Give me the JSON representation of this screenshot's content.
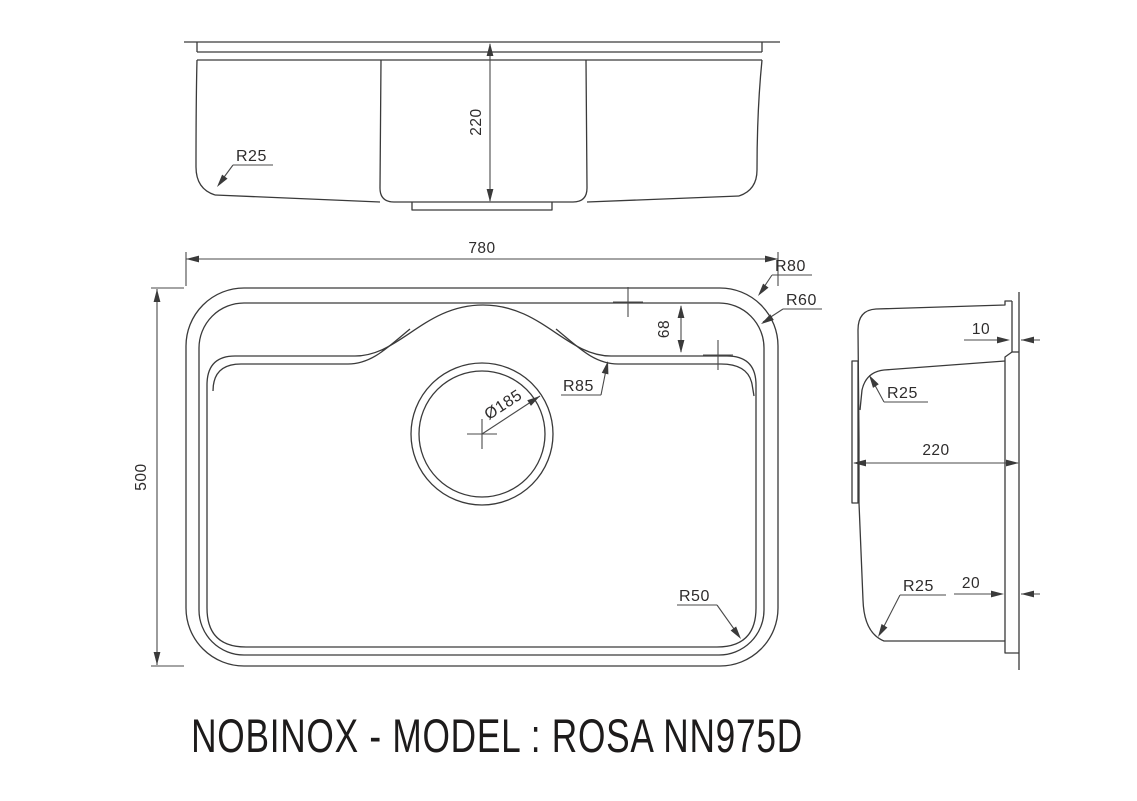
{
  "title": {
    "text": "NOBINOX - MODEL : ROSA NN975D"
  },
  "colors": {
    "line": "#3a3a3a",
    "dimension_text": "#2e2c2c",
    "title_text": "#1d1b1b",
    "background": "#ffffff"
  },
  "front_view": {
    "depth": "220",
    "bottom_corner_radius": "R25"
  },
  "plan_view": {
    "width": "780",
    "length": "500",
    "ledge_offset": "68",
    "rim_corner_radius": "R80",
    "bowl_corner_radius": "R60",
    "bowl_wave_radius": "R85",
    "bowl_bottom_corner_radius": "R50",
    "drain_diameter": "Ø185"
  },
  "side_view": {
    "rim_overhang_top": "10",
    "depth": "220",
    "rim_overhang_bottom": "20",
    "upper_corner_radius": "R25",
    "lower_corner_radius": "R25"
  }
}
